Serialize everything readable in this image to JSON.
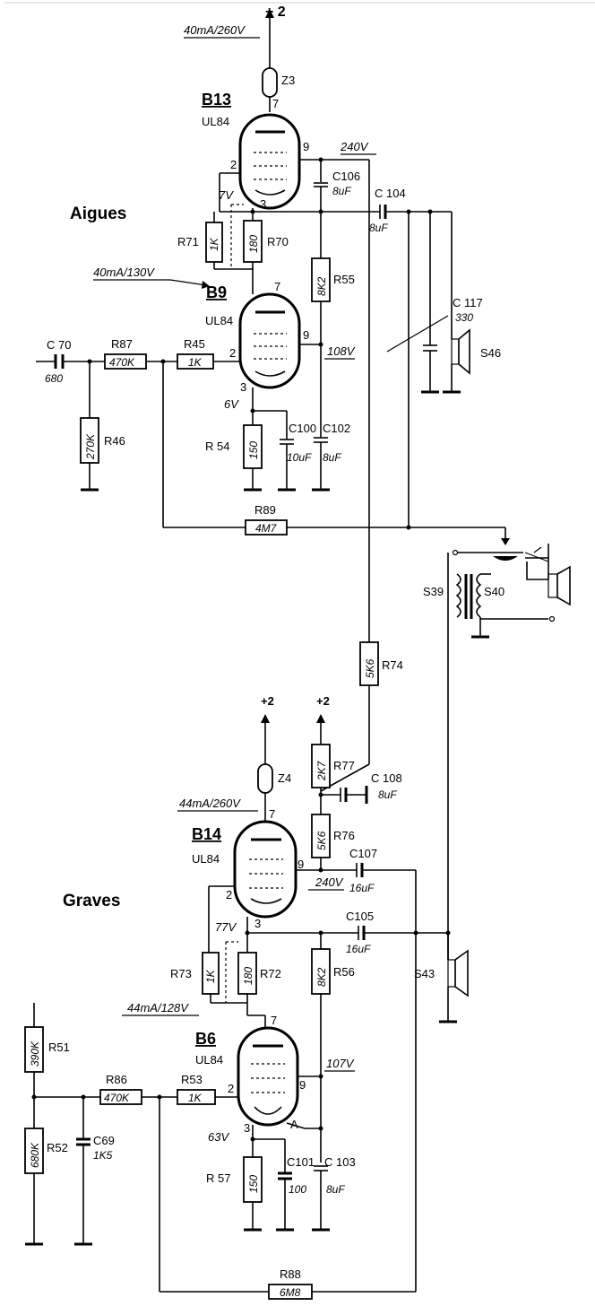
{
  "sections": {
    "upper": "Aigues",
    "lower": "Graves"
  },
  "supply": {
    "top": "+ 2",
    "z4": "+2",
    "r77": "+2"
  },
  "tubes": {
    "b13": {
      "name": "B13",
      "type": "UL84",
      "op": "40mA/260V",
      "v9": "240V",
      "cath": "7V",
      "fuse": "Z3"
    },
    "b9": {
      "name": "B9",
      "type": "UL84",
      "op": "40mA/130V",
      "v9": "108V",
      "cath": "6V"
    },
    "b14": {
      "name": "B14",
      "type": "UL84",
      "op": "44mA/260V",
      "v9": "240V",
      "cath": "77V",
      "fuse": "Z4"
    },
    "b6": {
      "name": "B6",
      "type": "UL84",
      "op": "44mA/128V",
      "v9": "107V",
      "cath": "63V"
    }
  },
  "pins": {
    "p7": "7",
    "p9": "9",
    "p2": "2",
    "p3": "3",
    "a": "A"
  },
  "resistors": {
    "r71": {
      "ref": "R71",
      "val": "1K"
    },
    "r70": {
      "ref": "R70",
      "val": "180"
    },
    "r55": {
      "ref": "R55",
      "val": "8K2"
    },
    "r87": {
      "ref": "R87",
      "val": "470K"
    },
    "r45": {
      "ref": "R45",
      "val": "1K"
    },
    "r46": {
      "ref": "R46",
      "val": "270K"
    },
    "r54": {
      "ref": "R 54",
      "val": "150"
    },
    "r89": {
      "ref": "R89",
      "val": "4M7"
    },
    "r74": {
      "ref": "R74",
      "val": "5K6"
    },
    "r77": {
      "ref": "R77",
      "val": "2K7"
    },
    "r76": {
      "ref": "R76",
      "val": "5K6"
    },
    "r73": {
      "ref": "R73",
      "val": "1K"
    },
    "r72": {
      "ref": "R72",
      "val": "180"
    },
    "r56": {
      "ref": "R56",
      "val": "8K2"
    },
    "r51": {
      "ref": "R51",
      "val": "390K"
    },
    "r52": {
      "ref": "R52",
      "val": "680K"
    },
    "r86": {
      "ref": "R86",
      "val": "470K"
    },
    "r53": {
      "ref": "R53",
      "val": "1K"
    },
    "r57": {
      "ref": "R 57",
      "val": "150"
    },
    "r88": {
      "ref": "R88",
      "val": "6M8"
    }
  },
  "capacitors": {
    "c106": {
      "ref": "C106",
      "val": "8uF"
    },
    "c104": {
      "ref": "C 104",
      "val": "8uF"
    },
    "c117": {
      "ref": "C 117",
      "val": "330"
    },
    "c70": {
      "ref": "C 70",
      "val": "680"
    },
    "c100": {
      "ref": "C100",
      "val": "10uF"
    },
    "c102": {
      "ref": "C102",
      "val": "8uF"
    },
    "c108": {
      "ref": "C 108",
      "val": "8uF"
    },
    "c107": {
      "ref": "C107",
      "val": "16uF"
    },
    "c105": {
      "ref": "C105",
      "val": "16uF"
    },
    "c69": {
      "ref": "C69",
      "val": "1K5"
    },
    "c101": {
      "ref": "C101",
      "val": "100"
    },
    "c103": {
      "ref": "C 103",
      "val": "8uF"
    }
  },
  "speakers": {
    "s46": "S46",
    "s43": "S43"
  },
  "transformer": {
    "s39": "S39",
    "s40": "S40"
  }
}
